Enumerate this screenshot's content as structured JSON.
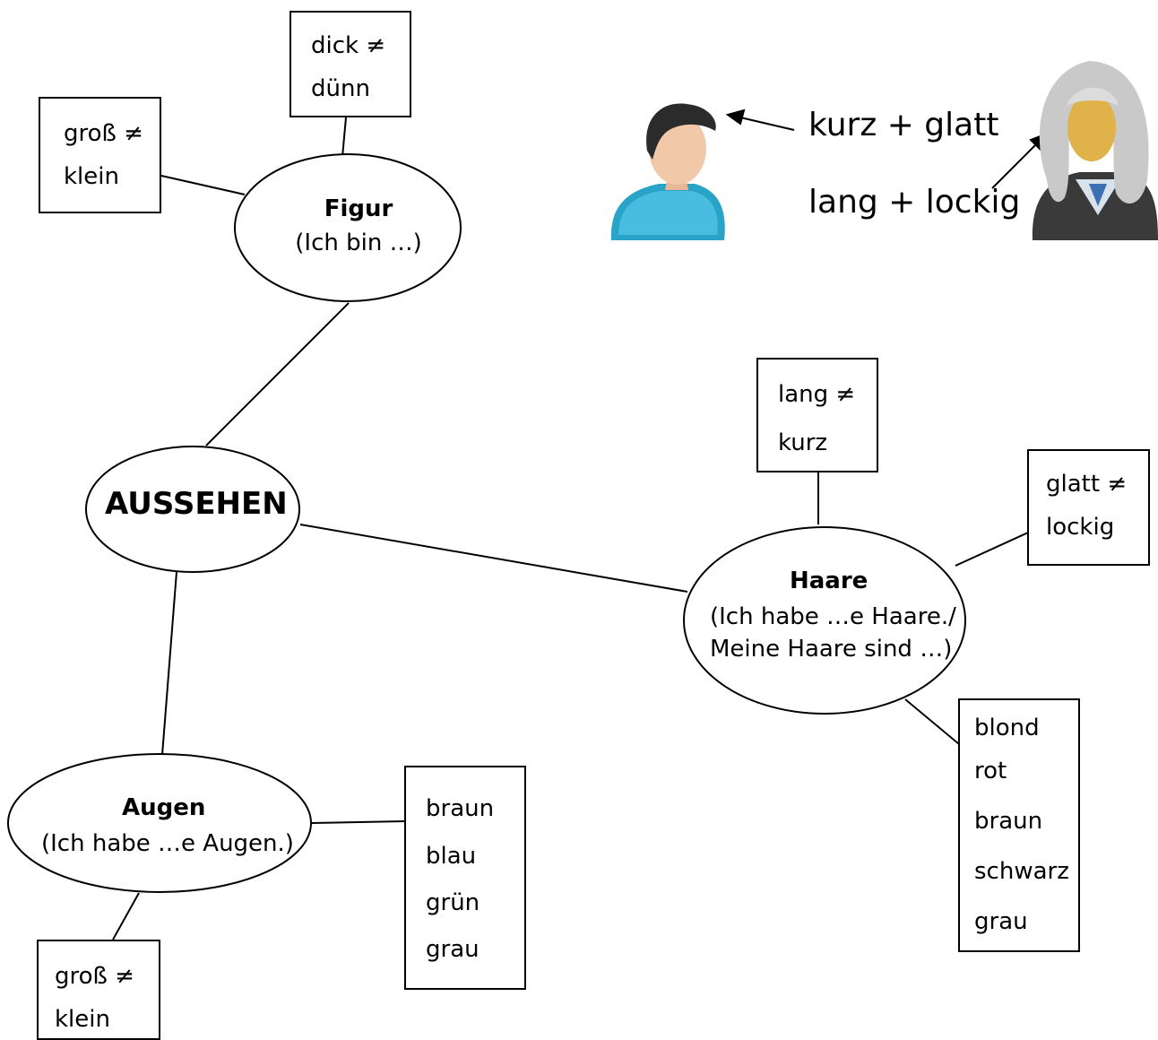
{
  "center": {
    "title": "AUSSEHEN"
  },
  "figur": {
    "title": "Figur",
    "subtitle": "(Ich bin …)",
    "box_size": [
      "groß ≠",
      "klein"
    ],
    "box_thickness": [
      "dick ≠",
      "dünn"
    ]
  },
  "haare": {
    "title": "Haare",
    "subtitle_line1": "(Ich habe …e Haare./",
    "subtitle_line2": "Meine Haare sind …)",
    "box_length": [
      "lang ≠",
      "kurz"
    ],
    "box_texture": [
      "glatt ≠",
      "lockig"
    ],
    "box_colors": [
      "blond",
      "rot",
      "braun",
      "schwarz",
      "grau"
    ]
  },
  "augen": {
    "title": "Augen",
    "subtitle": "(Ich habe …e Augen.)",
    "box_colors": [
      "braun",
      "blau",
      "grün",
      "grau"
    ],
    "box_size": [
      "groß ≠",
      "klein"
    ]
  },
  "legend": {
    "short_hair": "kurz + glatt",
    "long_hair": "lang + lockig"
  },
  "icons": {
    "man": "short-hair-man-icon",
    "judge": "judge-wig-icon"
  }
}
